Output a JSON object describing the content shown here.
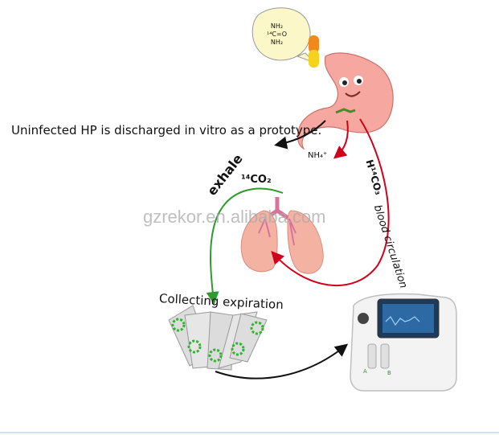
{
  "labels": {
    "uninfected": "Uninfected HP is discharged in vitro as a prototype.",
    "nh4": "NH₄⁺",
    "collecting": "Collecting expiration",
    "watermark": "gzrekor.en.alibaba.com",
    "exhale": "exhale",
    "exhale_co2": "¹⁴CO₂",
    "h_co2": "H¹⁴CO₃",
    "blood_circulation": "blood circulation",
    "formula_line1": "NH₂",
    "formula_line2": "¹⁴C=O",
    "formula_line3": "NH₂"
  },
  "analyzer": {
    "port_a": "A",
    "port_b": "B"
  },
  "colors": {
    "red_arrow": "#d0021b",
    "green_arrow": "#2e9b2e",
    "black_arrow": "#111111",
    "stomach": "#f6a7a0",
    "lung": "#f4b2a3",
    "pill_top": "#f08a1c",
    "pill_bottom": "#f4d21e"
  }
}
